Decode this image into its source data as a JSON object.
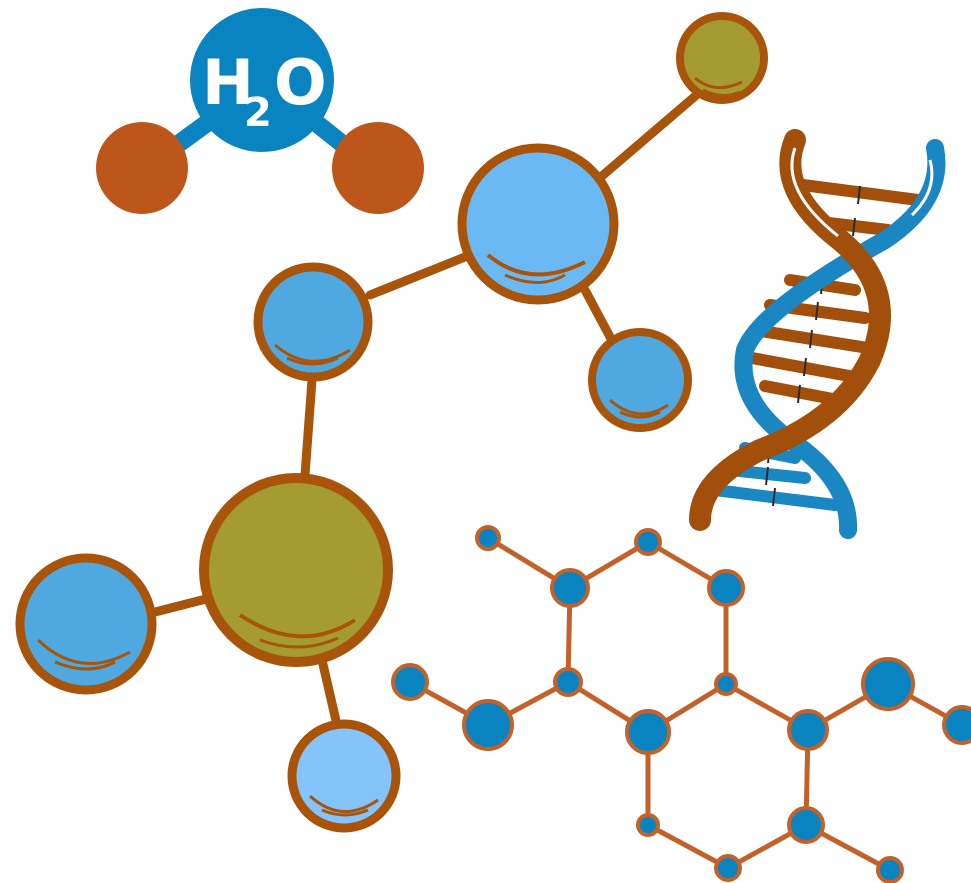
{
  "illustration": {
    "water_molecule": {
      "formula_main": "H",
      "formula_sub": "2",
      "formula_end": "O"
    }
  },
  "colors": {
    "outline_brown": "#a9540b",
    "atom_light_blue": "#6bb9f4",
    "atom_blue": "#4fa9e0",
    "atom_olive": "#a59b33",
    "h2o_center_blue": "#0a84c1",
    "h2o_side_orange": "#bd561b",
    "hex_node_blue": "#0a84c1",
    "hex_bond_orange": "#c2622a",
    "dna_blue": "#1a87c3",
    "dna_brown": "#a14f0a"
  },
  "icons": [
    "h2o-molecule-icon",
    "molecule-model-icon",
    "dna-helix-icon",
    "hexagon-molecule-icon"
  ]
}
